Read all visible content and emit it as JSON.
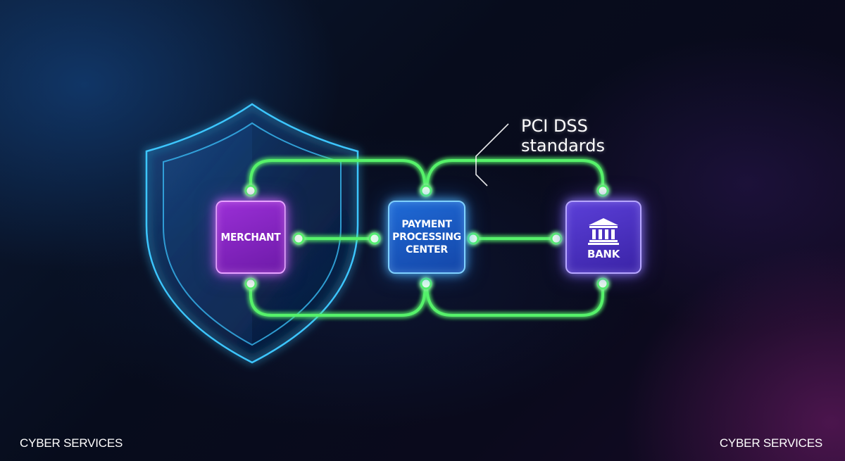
{
  "diagram": {
    "annotation": {
      "line1": "PCI DSS",
      "line2": "standards"
    },
    "nodes": {
      "merchant": "MERCHANT",
      "payment_center": [
        "PAYMENT",
        "PROCESSING",
        "CENTER"
      ],
      "bank": "BANK"
    }
  },
  "footer": {
    "left": "CYBER SERVICES",
    "right": "CYBER SERVICES"
  },
  "colors": {
    "link_green": "#57f26a",
    "shield_outline": "#3cc6ff",
    "merchant": "#8a26c9",
    "payment_center": "#1c5ed0",
    "bank": "#4b33c6"
  },
  "icons": [
    "shield-icon",
    "bank-building-icon"
  ]
}
